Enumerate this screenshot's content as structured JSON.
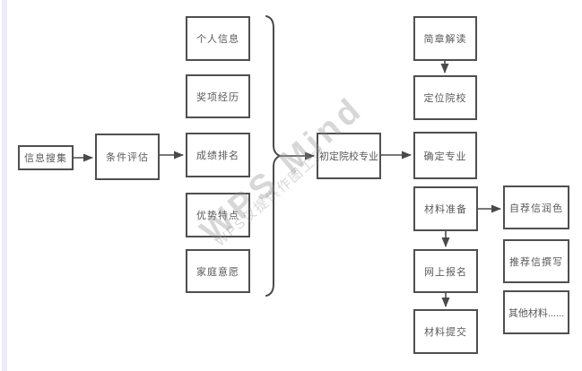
{
  "app": {
    "name": "WPS Mind flowchart canvas"
  },
  "watermark": {
    "line1": "WPS Mind",
    "line2": "WPS仅提供作图工具"
  },
  "colors": {
    "node_border": "#4f4f4f",
    "node_text": "#595959",
    "connector": "#4a4a4a",
    "canvas_bg": "#ffffff",
    "page_edge": "#ecebf6"
  },
  "nodes": {
    "info_collect": {
      "label": "信息搜集"
    },
    "condition_eval": {
      "label": "条件评估"
    },
    "personal_info": {
      "label": "个人信息"
    },
    "award_experience": {
      "label": "奖项经历"
    },
    "grade_ranking": {
      "label": "成绩排名"
    },
    "advantages": {
      "label": "优势特点"
    },
    "family_wishes": {
      "label": "家庭意愿"
    },
    "initial_school_major": {
      "label": "初定院校专业"
    },
    "brochure_reading": {
      "label": "简章解读"
    },
    "locate_school": {
      "label": "定位院校"
    },
    "confirm_major": {
      "label": "确定专业"
    },
    "material_prep": {
      "label": "材料准备"
    },
    "online_registration": {
      "label": "网上报名"
    },
    "material_submission": {
      "label": "材料提交"
    },
    "cover_letter_polish": {
      "label": "自荐信润色"
    },
    "recommendation_letter": {
      "label": "推荐信撰写"
    },
    "other_materials": {
      "label": "其他材料......"
    }
  },
  "edges": [
    {
      "from": "info_collect",
      "to": "condition_eval"
    },
    {
      "from": "condition_eval",
      "to": "grade_ranking"
    },
    {
      "from": "brace_group",
      "to": "initial_school_major"
    },
    {
      "from": "initial_school_major",
      "to": "confirm_major"
    },
    {
      "from": "brochure_reading",
      "to": "locate_school"
    },
    {
      "from": "material_prep",
      "to": "online_registration"
    },
    {
      "from": "online_registration",
      "to": "material_submission"
    },
    {
      "from": "material_prep",
      "to": "cover_letter_polish"
    }
  ],
  "brace_group": {
    "members": [
      "personal_info",
      "award_experience",
      "grade_ranking",
      "advantages",
      "family_wishes"
    ],
    "shape": "right-curly-brace"
  }
}
